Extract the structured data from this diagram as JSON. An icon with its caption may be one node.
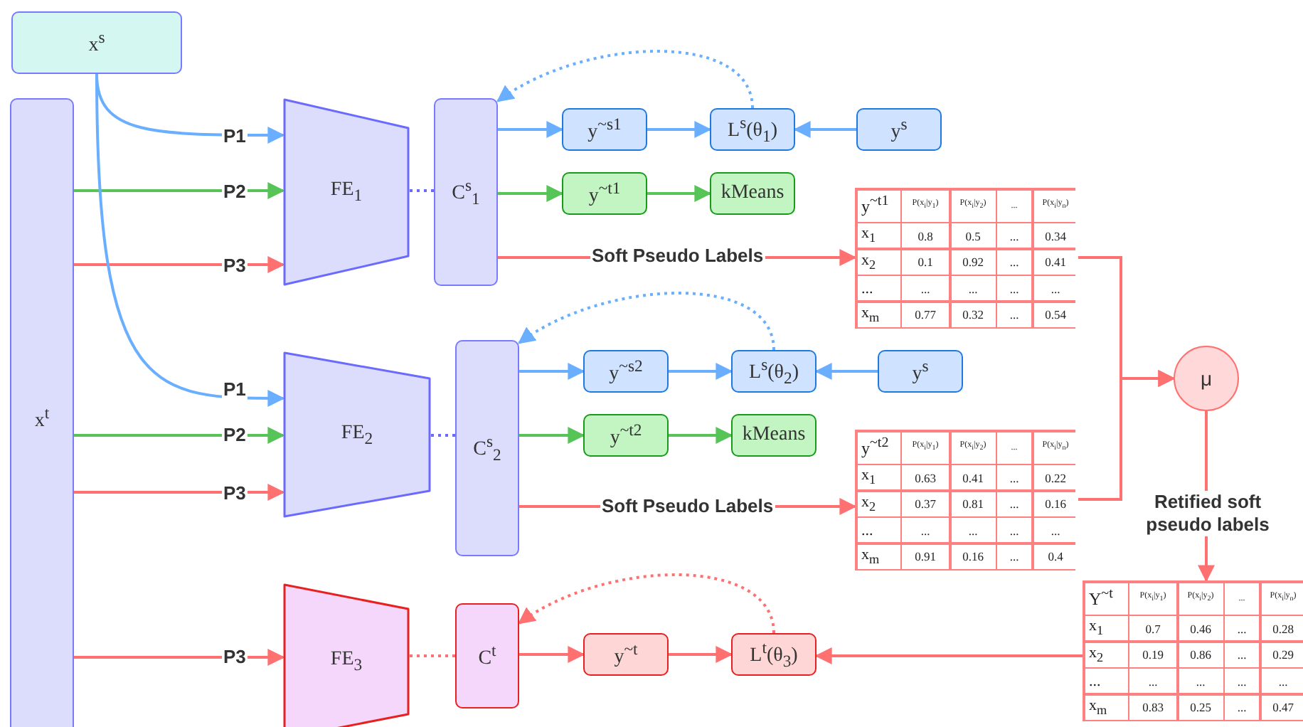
{
  "diagram": {
    "nodes": [
      {
        "text": [
          "x$^{s}$"
        ]
      },
      {
        "text": [
          "x$^{t}$"
        ]
      },
      {
        "text": [
          "FE$_{1}$"
        ]
      },
      {
        "text": [
          "C$^{s}$$_{1}$"
        ]
      },
      {
        "text": [
          "y$^{~s1}$"
        ]
      },
      {
        "text": [
          "L$^{s}$(θ$_{1}$)"
        ]
      },
      {
        "text": [
          "y$^{s}$"
        ]
      },
      {
        "text": [
          "y$^{~t1}$"
        ]
      },
      {
        "text": [
          "kMeans"
        ]
      },
      {
        "text": [
          "y$^{~t1}$",
          "P(x$_{i}$|y$_{1}$)",
          "P(x$_{i}$|y$_{2}$)",
          "...",
          "P(x$_{i}$|y$_{n}$)",
          "x$_{1}$",
          "0.8",
          "0.5",
          "...",
          "0.34",
          "x$_{2}$",
          "0.1",
          "0.92",
          "...",
          "0.41",
          "...",
          "...",
          "...",
          "...",
          "...",
          "x$_{m}$",
          "0.77",
          "0.32",
          "...",
          "0.54"
        ]
      },
      {
        "text": [
          "FE$_{2}$"
        ]
      },
      {
        "text": [
          "C$^{s}$$_{2}$"
        ]
      },
      {
        "text": [
          "y$^{~s2}$"
        ]
      },
      {
        "text": [
          "L$^{s}$(θ$_{2}$)"
        ]
      },
      {
        "text": [
          "y$^{s}$"
        ]
      },
      {
        "text": [
          "y$^{~t2}$"
        ]
      },
      {
        "text": [
          "kMeans"
        ]
      },
      {
        "text": [
          "y$^{~t2}$",
          "P(x$_{i}$|y$_{1}$)",
          "P(x$_{i}$|y$_{2}$)",
          "...",
          "P(x$_{i}$|y$_{n}$)",
          "x$_{1}$",
          "0.63",
          "0.41",
          "...",
          "0.22",
          "x$_{2}$",
          "0.37",
          "0.81",
          "...",
          "0.16",
          "...",
          "...",
          "...",
          "...",
          "...",
          "x$_{m}$",
          "0.91",
          "0.16",
          "...",
          "0.4"
        ]
      },
      {
        "text": [
          "μ"
        ]
      },
      {
        "text": [
          "Y$^{~t}$",
          "P(x$_{i}$|y$_{1}$)",
          "P(x$_{i}$|y$_{2}$)",
          "...",
          "P(x$_{i}$|y$_{n}$)",
          "x$_{1}$",
          "0.7",
          "0.46",
          "...",
          "0.28",
          "x$_{2}$",
          "0.19",
          "0.86",
          "...",
          "0.29",
          "...",
          "...",
          "...",
          "...",
          "...",
          "x$_{m}$",
          "0.83",
          "0.25",
          "...",
          "0.47"
        ]
      },
      {
        "text": [
          "FE$_{3}$"
        ]
      },
      {
        "text": [
          "C$^{t}$"
        ]
      },
      {
        "text": [
          "y$^{~t}$"
        ]
      },
      {
        "text": [
          "L$^{t}$(θ$_{3}$)"
        ]
      }
    ],
    "edges": [
      {
        "from": 0,
        "to": 2,
        "arrow": "to",
        "label": "P1",
        "color": "#6aaeff"
      },
      {
        "from": 1,
        "to": 2,
        "arrow": "to",
        "label": "P2",
        "color": "#56c456"
      },
      {
        "from": 1,
        "to": 2,
        "arrow": "to",
        "label": "P3"
      },
      {
        "from": 0,
        "to": 10,
        "arrow": "to",
        "label": "P1",
        "color": "#6aaeff"
      },
      {
        "from": 1,
        "to": 10,
        "arrow": "to",
        "label": "P2",
        "color": "#56c456"
      },
      {
        "from": 1,
        "to": 10,
        "arrow": "to",
        "label": "P3"
      },
      {
        "from": 1,
        "to": 20,
        "arrow": "to",
        "label": "P3"
      },
      {
        "from": 2,
        "to": 3,
        "arrow": "none",
        "style": "dashed",
        "color": "#6a6aff"
      },
      {
        "from": 3,
        "to": 4,
        "arrow": "to",
        "color": "#6aaeff"
      },
      {
        "from": 4,
        "to": 5,
        "arrow": "to",
        "color": "#6aaeff"
      },
      {
        "from": 6,
        "to": 5,
        "arrow": "to",
        "color": "#6aaeff"
      },
      {
        "from": 5,
        "to": 3,
        "arrow": "to",
        "style": "dashed",
        "color": "#6aaeff"
      },
      {
        "from": 3,
        "to": 7,
        "arrow": "to",
        "color": "#56c456"
      },
      {
        "from": 7,
        "to": 8,
        "arrow": "to",
        "color": "#56c456"
      },
      {
        "from": 3,
        "to": 9,
        "arrow": "to",
        "label": "Soft Pseudo Labels"
      },
      {
        "from": 10,
        "to": 11,
        "arrow": "none",
        "style": "dashed",
        "color": "#6a6aff"
      },
      {
        "from": 11,
        "to": 12,
        "arrow": "to",
        "color": "#6aaeff"
      },
      {
        "from": 12,
        "to": 13,
        "arrow": "to",
        "color": "#6aaeff"
      },
      {
        "from": 14,
        "to": 13,
        "arrow": "to",
        "color": "#6aaeff"
      },
      {
        "from": 13,
        "to": 11,
        "arrow": "to",
        "style": "dashed",
        "color": "#6aaeff"
      },
      {
        "from": 11,
        "to": 15,
        "arrow": "to",
        "color": "#56c456"
      },
      {
        "from": 15,
        "to": 16,
        "arrow": "to",
        "color": "#56c456"
      },
      {
        "from": 11,
        "to": 17,
        "arrow": "to",
        "label": "Soft Pseudo Labels"
      },
      {
        "from": 9,
        "to": 18,
        "arrow": "to"
      },
      {
        "from": 17,
        "to": 18,
        "arrow": "to"
      },
      {
        "from": 18,
        "to": 19,
        "arrow": "to",
        "label": "Retified soft pseudo labels"
      },
      {
        "from": 19,
        "to": 23,
        "arrow": "to"
      },
      {
        "from": 20,
        "to": 21,
        "arrow": "none",
        "style": "dashed"
      },
      {
        "from": 21,
        "to": 22,
        "arrow": "to"
      },
      {
        "from": 22,
        "to": 23,
        "arrow": "to"
      },
      {
        "from": 23,
        "to": 21,
        "arrow": "to",
        "style": "dashed"
      }
    ]
  }
}
